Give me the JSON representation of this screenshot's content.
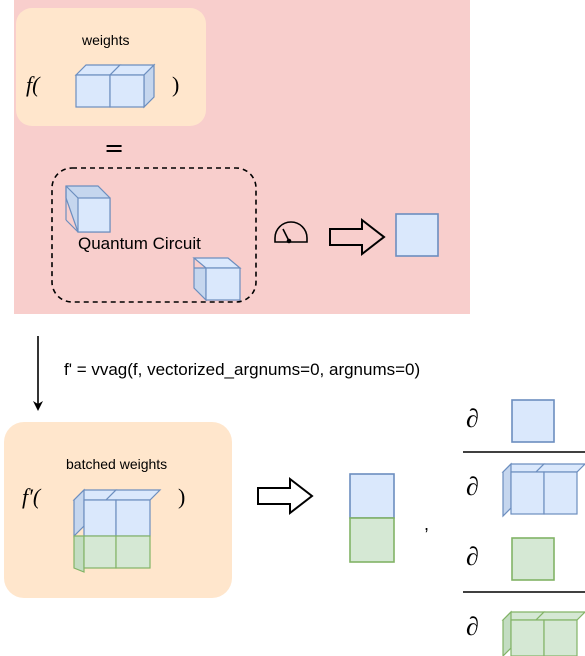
{
  "top_box": {
    "weights_label": "weights",
    "func_open": "f(",
    "func_close": ")"
  },
  "equals_sign": "=",
  "circuit": {
    "label": "Quantum Circuit"
  },
  "transform": {
    "code": "f' = vvag(f, vectorized_argnums=0, argnums=0)"
  },
  "bottom_box": {
    "weights_label": "batched weights",
    "func_open": "f′(",
    "func_close": ")"
  },
  "comma": ",",
  "gradients": {
    "partial_symbol": "∂"
  },
  "colors": {
    "pink_region": "#f8cecc",
    "peach_box": "#ffe6cc",
    "blue_fill": "#dae8fc",
    "blue_stroke": "#6c8ebf",
    "green_fill": "#d5e8d4",
    "green_stroke": "#82b366"
  },
  "icons": [
    "measurement-meter-icon",
    "hollow-right-arrow-icon",
    "down-arrow-icon"
  ]
}
